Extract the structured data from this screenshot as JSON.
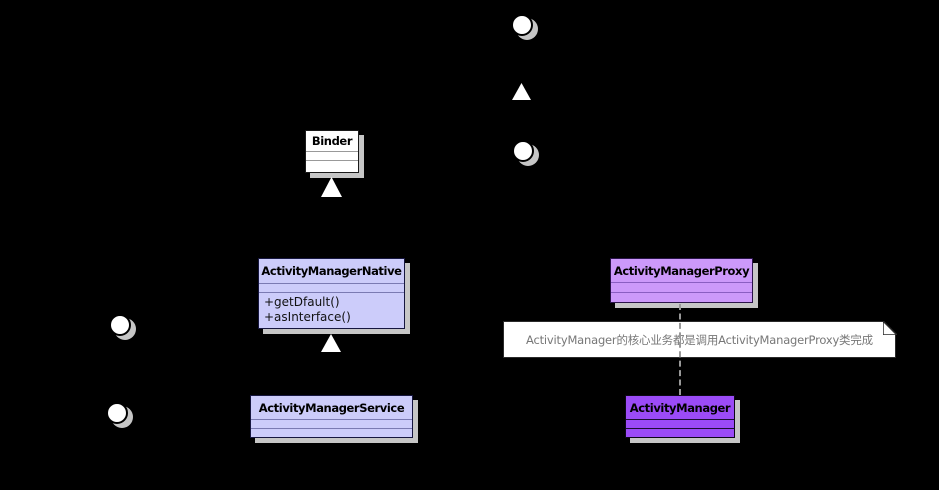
{
  "diagram": {
    "kind": "uml-class-diagram",
    "classes": {
      "binder": {
        "name": "Binder",
        "fill": "#FFFFFF"
      },
      "native": {
        "name": "ActivityManagerNative",
        "fill": "#CCCCFA",
        "methods": [
          "+getDfault()",
          "+asInterface()"
        ]
      },
      "proxy": {
        "name": "ActivityManagerProxy",
        "fill": "#CC99FA"
      },
      "service": {
        "name": "ActivityManagerService",
        "fill": "#CCCCFA"
      },
      "manager": {
        "name": "ActivityManager",
        "fill": "#9B4BF7"
      }
    },
    "note": {
      "text": "ActivityManager的核心业务都是调用ActivityManagerProxy类完成"
    },
    "icons": {
      "interface-lollipop-icon": "○ white circle (provided interface)",
      "inheritance-arrow-icon": "△ hollow triangle (generalization)",
      "note-fold-icon": "folded paper corner"
    },
    "colors": {
      "background": "#000000",
      "shadow": "#C6C6C6",
      "lavender_fill": "#CCCCFA",
      "proxy_fill": "#CC99FA",
      "manager_fill": "#9B4BF7",
      "note_text": "#777777",
      "dashed_line": "#999999"
    }
  }
}
